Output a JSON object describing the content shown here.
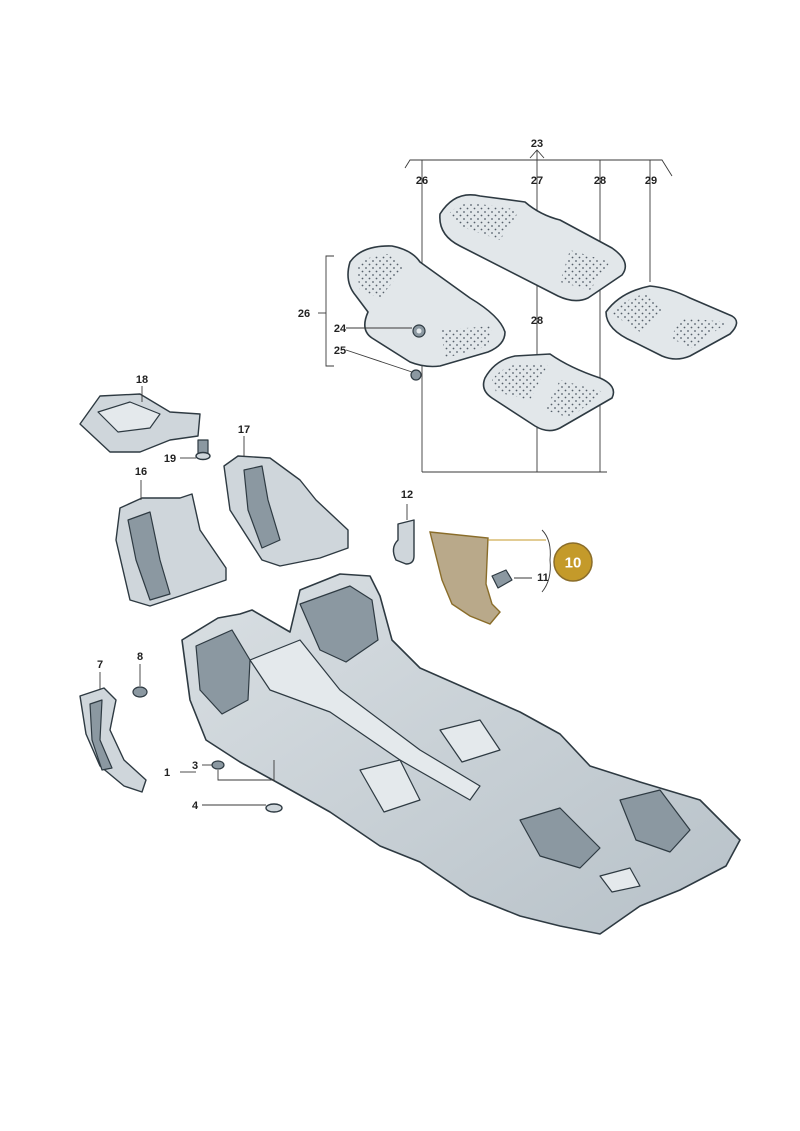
{
  "diagram": {
    "labels": [
      {
        "id": "1",
        "text": "1"
      },
      {
        "id": "3",
        "text": "3"
      },
      {
        "id": "4",
        "text": "4"
      },
      {
        "id": "7",
        "text": "7"
      },
      {
        "id": "8",
        "text": "8"
      },
      {
        "id": "11",
        "text": "11"
      },
      {
        "id": "12",
        "text": "12"
      },
      {
        "id": "16",
        "text": "16"
      },
      {
        "id": "17",
        "text": "17"
      },
      {
        "id": "18",
        "text": "18"
      },
      {
        "id": "19",
        "text": "19"
      },
      {
        "id": "23",
        "text": "23"
      },
      {
        "id": "24",
        "text": "24"
      },
      {
        "id": "25",
        "text": "25"
      },
      {
        "id": "26a",
        "text": "26"
      },
      {
        "id": "26b",
        "text": "26"
      },
      {
        "id": "27",
        "text": "27"
      },
      {
        "id": "28a",
        "text": "28"
      },
      {
        "id": "28b",
        "text": "28"
      },
      {
        "id": "29",
        "text": "29"
      }
    ],
    "highlight": {
      "text": "10",
      "color": "#c49a2a"
    },
    "colors": {
      "part": "#cfd6db",
      "outline": "#2e3a42",
      "highlight_part": "#b9a98a"
    }
  }
}
